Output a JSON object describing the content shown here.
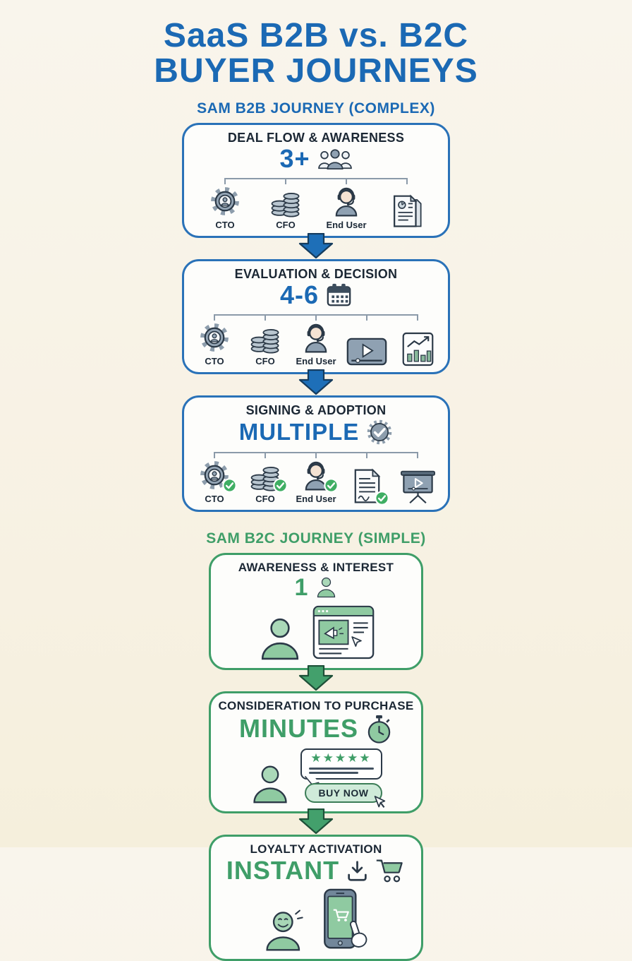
{
  "page": {
    "title_line1": "SaaS B2B vs. B2C",
    "title_line2": "BUYER JOURNEYS"
  },
  "colors": {
    "background": "#f8f3e8",
    "blue_accent": "#1b69b4",
    "green_accent": "#3f9e68",
    "dark_text": "#1b2734",
    "check_green": "#3fae63"
  },
  "b2b": {
    "heading": "SAM B2B JOURNEY (COMPLEX)",
    "stages": [
      {
        "title": "DEAL FLOW & AWARENESS",
        "value": "3+",
        "value_icon": "people-group-icon",
        "items": [
          {
            "label": "CTO",
            "icon": "gear-person-icon",
            "checked": false
          },
          {
            "label": "CFO",
            "icon": "coins-stack-icon",
            "checked": false
          },
          {
            "label": "End User",
            "icon": "headset-person-icon",
            "checked": false
          },
          {
            "label": "",
            "icon": "documents-icon",
            "checked": false
          }
        ]
      },
      {
        "title": "EVALUATION & DECISION",
        "value": "4-6",
        "value_icon": "calendar-icon",
        "items": [
          {
            "label": "CTO",
            "icon": "gear-person-icon",
            "checked": false
          },
          {
            "label": "CFO",
            "icon": "coins-stack-icon",
            "checked": false
          },
          {
            "label": "End User",
            "icon": "headset-person-icon",
            "checked": false
          },
          {
            "label": "",
            "icon": "video-player-icon",
            "checked": false
          },
          {
            "label": "",
            "icon": "bar-chart-icon",
            "checked": false
          }
        ]
      },
      {
        "title": "SIGNING & ADOPTION",
        "value": "MULTIPLE",
        "value_icon": "badge-check-icon",
        "items": [
          {
            "label": "CTO",
            "icon": "gear-person-icon",
            "checked": true
          },
          {
            "label": "CFO",
            "icon": "coins-stack-icon",
            "checked": true
          },
          {
            "label": "End User",
            "icon": "headset-person-icon",
            "checked": true
          },
          {
            "label": "",
            "icon": "signed-contract-icon",
            "checked": true
          },
          {
            "label": "",
            "icon": "presentation-icon",
            "checked": false
          }
        ]
      }
    ]
  },
  "b2c": {
    "heading": "SAM B2C JOURNEY (SIMPLE)",
    "stages": [
      {
        "title": "AWARENESS & INTEREST",
        "value": "1",
        "value_icon": "person-icon",
        "art_icons": [
          "person-icon",
          "browser-ad-icon"
        ]
      },
      {
        "title": "CONSIDERATION TO PURCHASE",
        "value": "MINUTES",
        "value_icon": "stopwatch-icon",
        "stars": "★★★★★",
        "button_label": "BUY NOW",
        "art_icons": [
          "person-icon",
          "review-bubble-icon",
          "buy-now-button",
          "cursor-icon"
        ]
      },
      {
        "title": "LOYALTY ACTIVATION",
        "value": "INSTANT",
        "value_icons": [
          "download-icon",
          "cart-icon"
        ],
        "art_icons": [
          "happy-person-icon",
          "phone-checkout-icon"
        ]
      }
    ]
  }
}
